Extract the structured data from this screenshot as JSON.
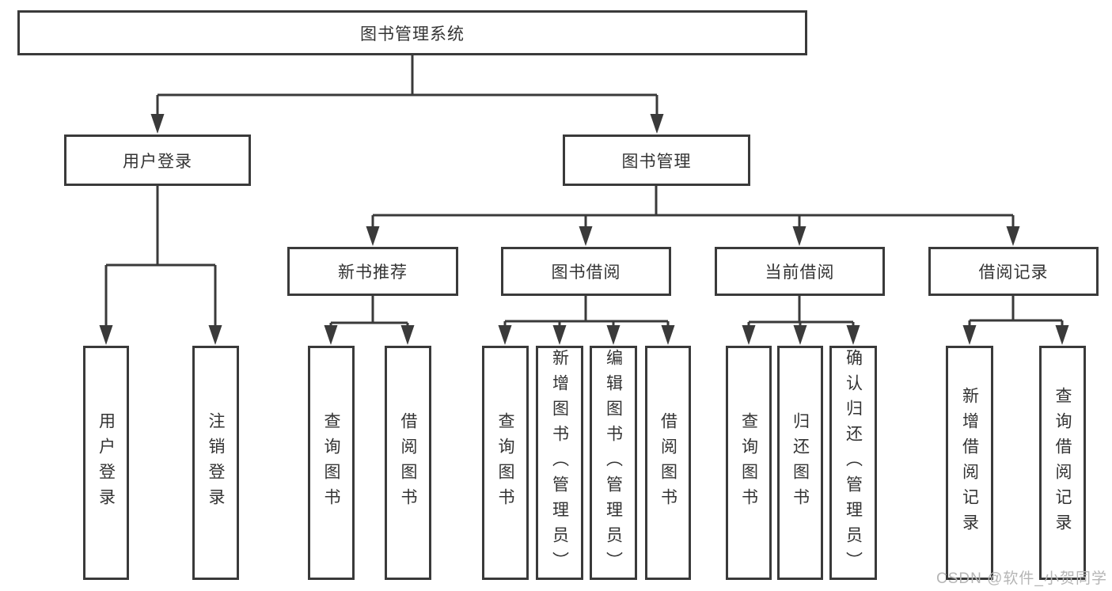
{
  "tree": {
    "root": {
      "label": "图书管理系统"
    },
    "branches": [
      {
        "label": "用户登录",
        "children": [
          {
            "label": "用户登录"
          },
          {
            "label": "注销登录"
          }
        ]
      },
      {
        "label": "图书管理",
        "children": [
          {
            "label": "新书推荐",
            "children": [
              {
                "label": "查询图书"
              },
              {
                "label": "借阅图书"
              }
            ]
          },
          {
            "label": "图书借阅",
            "children": [
              {
                "label": "查询图书"
              },
              {
                "label": "新增图书（管理员）"
              },
              {
                "label": "编辑图书（管理员）"
              },
              {
                "label": "借阅图书"
              }
            ]
          },
          {
            "label": "当前借阅",
            "children": [
              {
                "label": "查询图书"
              },
              {
                "label": "归还图书"
              },
              {
                "label": "确认归还（管理员）"
              }
            ]
          },
          {
            "label": "借阅记录",
            "children": [
              {
                "label": "新增借阅记录"
              },
              {
                "label": "查询借阅记录"
              }
            ]
          }
        ]
      }
    ]
  },
  "watermark": {
    "text": "CSDN @软件_小贺同学"
  },
  "colors": {
    "line": "#3a3a3a",
    "text": "#333333",
    "watermark": "#b5b5b5",
    "background": "#ffffff"
  }
}
